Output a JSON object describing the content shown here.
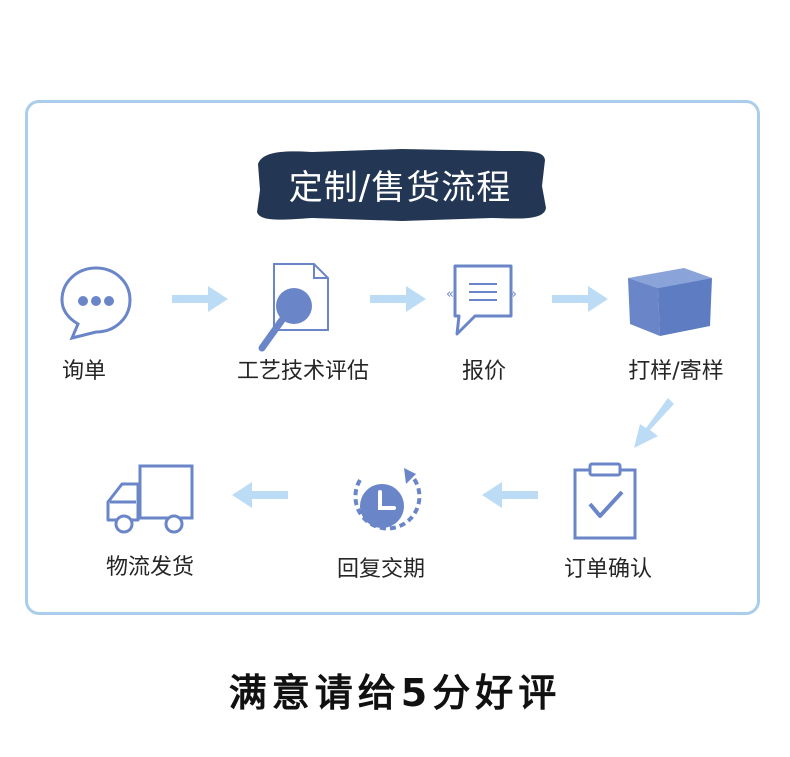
{
  "title": "定制/售货流程",
  "steps": [
    {
      "label": "询单",
      "icon": "chat-bubble-icon"
    },
    {
      "label": "工艺技术评估",
      "icon": "document-search-icon"
    },
    {
      "label": "报价",
      "icon": "quote-message-icon"
    },
    {
      "label": "打样/寄样",
      "icon": "cube-icon"
    },
    {
      "label": "订单确认",
      "icon": "clipboard-check-icon"
    },
    {
      "label": "回复交期",
      "icon": "clock-refresh-icon"
    },
    {
      "label": "物流发货",
      "icon": "delivery-truck-icon"
    }
  ],
  "footer": "满意请给5分好评",
  "colors": {
    "primary": "#6a86c9",
    "light": "#bcd4f1",
    "arrow": "#bcdcf6",
    "frame": "#a9cdea",
    "title_bg": "#233755"
  }
}
